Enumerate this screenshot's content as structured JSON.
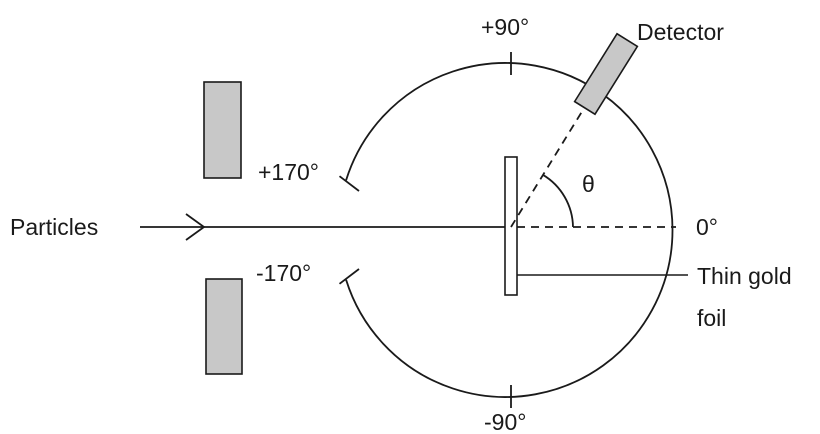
{
  "labels": {
    "particles": "Particles",
    "detector": "Detector",
    "theta": "θ",
    "angle_pos90": "+90°",
    "angle_neg90": "-90°",
    "angle_zero": "0°",
    "angle_pos170": "+170°",
    "angle_neg170": "-170°",
    "foil_line1": "Thin gold",
    "foil_line2": "foil"
  },
  "colors": {
    "stroke": "#1a1a1a",
    "block_fill": "#c8c8c8"
  }
}
